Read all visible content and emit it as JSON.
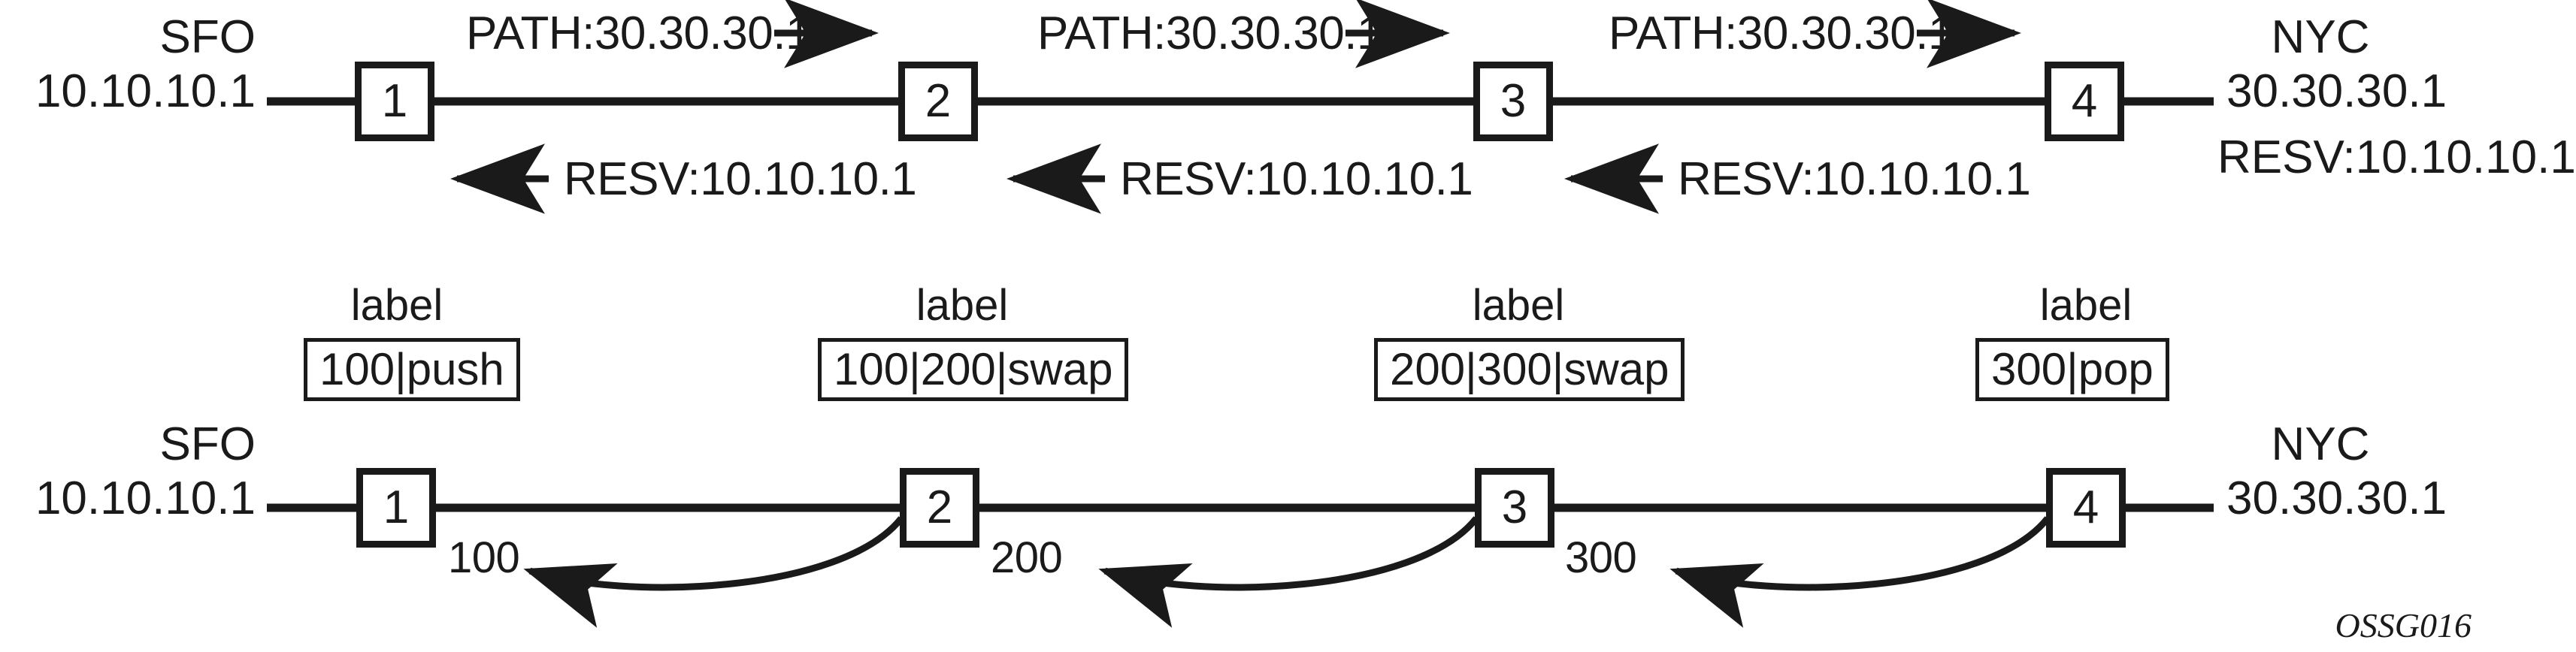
{
  "figure": {
    "id_watermark": "OSSG016",
    "ink_color": "#1a1a1a",
    "background_color": "#ffffff"
  },
  "diagram_top": {
    "name": "rsvp-signaling-row",
    "left_endpoint": {
      "city": "SFO",
      "address": "10.10.10.1"
    },
    "right_endpoint": {
      "city": "NYC",
      "address": "30.30.30.1",
      "note": "RESV:10.10.10.1"
    },
    "nodes": [
      {
        "id": "1",
        "label": "1"
      },
      {
        "id": "2",
        "label": "2"
      },
      {
        "id": "3",
        "label": "3"
      },
      {
        "id": "4",
        "label": "4"
      }
    ],
    "segments": [
      {
        "from": "1",
        "to": "2",
        "path_label": "PATH:30.30.30.1",
        "resv_label": "RESV:10.10.10.1"
      },
      {
        "from": "2",
        "to": "3",
        "path_label": "PATH:30.30.30.1",
        "resv_label": "RESV:10.10.10.1"
      },
      {
        "from": "3",
        "to": "4",
        "path_label": "PATH:30.30.30.1",
        "resv_label": "RESV:10.10.10.1"
      }
    ]
  },
  "diagram_bottom": {
    "name": "mpls-label-distribution-row",
    "left_endpoint": {
      "city": "SFO",
      "address": "10.10.10.1"
    },
    "right_endpoint": {
      "city": "NYC",
      "address": "30.30.30.1"
    },
    "nodes": [
      {
        "id": "1",
        "label": "1"
      },
      {
        "id": "2",
        "label": "2"
      },
      {
        "id": "3",
        "label": "3"
      },
      {
        "id": "4",
        "label": "4"
      }
    ],
    "label_caption": "label",
    "label_boxes": [
      {
        "node": "1",
        "caption": "label",
        "value": "100|push"
      },
      {
        "node": "2",
        "caption": "label",
        "value": "100|200|swap"
      },
      {
        "node": "3",
        "caption": "label",
        "value": "200|300|swap"
      },
      {
        "node": "4",
        "caption": "label",
        "value": "300|pop"
      }
    ],
    "label_advertisements": [
      {
        "from": "2",
        "to": "1",
        "value": "100"
      },
      {
        "from": "3",
        "to": "2",
        "value": "200"
      },
      {
        "from": "4",
        "to": "3",
        "value": "300"
      }
    ]
  }
}
